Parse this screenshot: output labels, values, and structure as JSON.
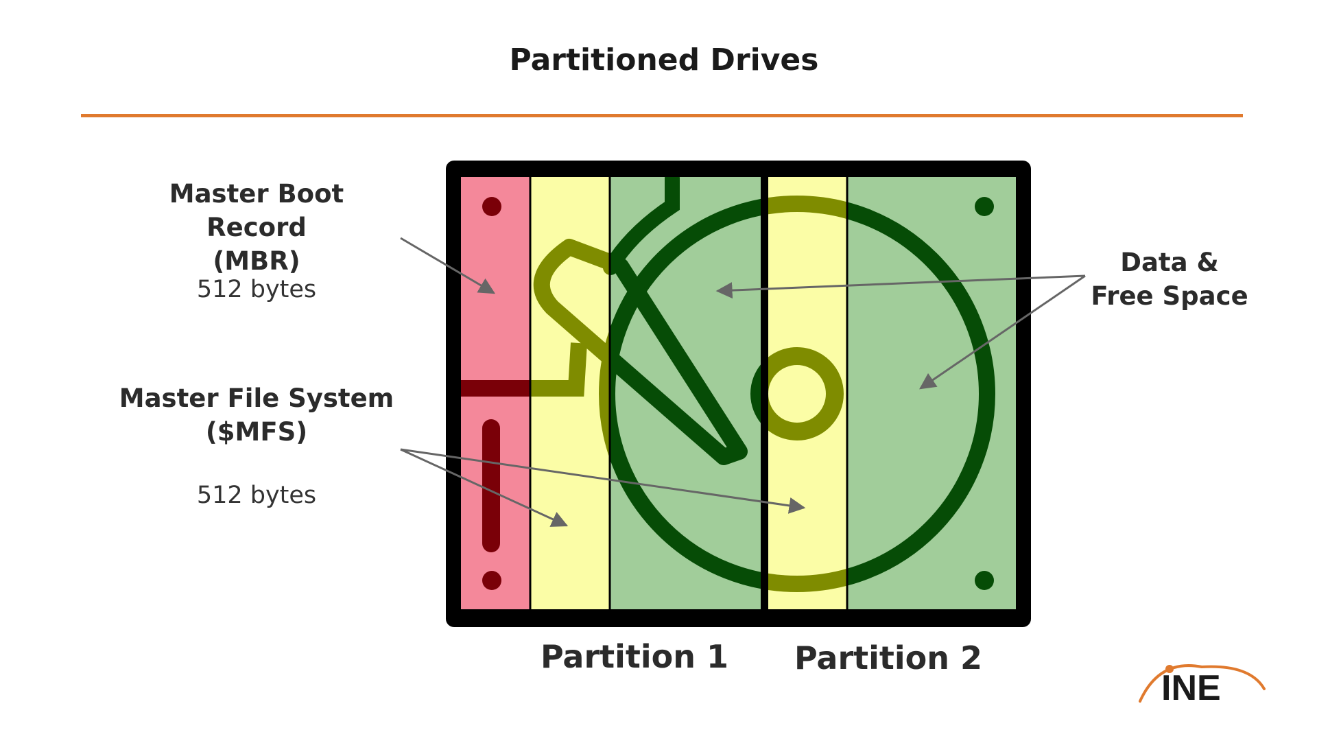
{
  "slide": {
    "title": "Partitioned Drives"
  },
  "labels": {
    "mbr_title_line1": "Master Boot Record",
    "mbr_title_line2": "(MBR)",
    "mbr_size": "512 bytes",
    "mfs_title_line1": "Master File System",
    "mfs_title_line2": "($MFS)",
    "mfs_size": "512 bytes",
    "data_line1": "Data &",
    "data_line2": "Free Space",
    "partition1": "Partition 1",
    "partition2": "Partition 2"
  },
  "logo": {
    "text": "INE"
  },
  "colors": {
    "accent": "#e07a2e",
    "mbr": "#f4889a",
    "mbr_dark": "#7a0008",
    "mfs": "#fbfda6",
    "mfs_dark": "#7f8c00",
    "data": "#a1cd9a",
    "data_dark": "#064c06",
    "frame": "#000000",
    "arrow": "#666666"
  }
}
